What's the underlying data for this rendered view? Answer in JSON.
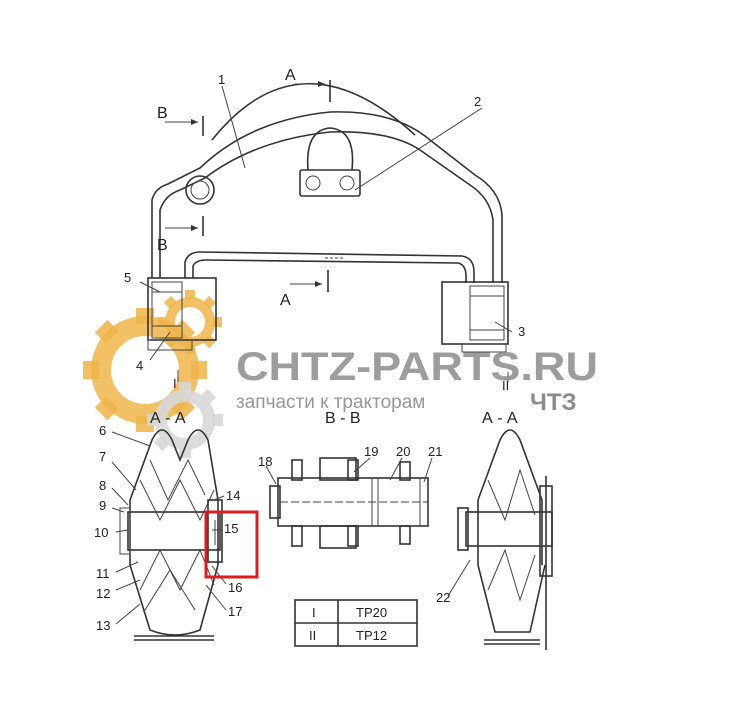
{
  "part_labels": [
    "1",
    "2",
    "3",
    "4",
    "5",
    "6",
    "7",
    "8",
    "9",
    "10",
    "11",
    "12",
    "13",
    "14",
    "15",
    "16",
    "17",
    "18",
    "19",
    "20",
    "21",
    "22"
  ],
  "section_marks": {
    "a": "A",
    "b": "B",
    "roman_1": "I",
    "roman_2": "II"
  },
  "section_titles": {
    "aa_left": "А - А",
    "bb": "В - В",
    "aa_right": "А - А"
  },
  "table": {
    "rows": [
      {
        "mark": "I",
        "model": "ТР20"
      },
      {
        "mark": "II",
        "model": "ТР12"
      }
    ]
  },
  "watermark": {
    "title": "CHTZ-PARTS.RU",
    "subtitle": "запчасти к тракторам",
    "brand": "ЧТЗ",
    "gear_colors": [
      "#f0b54a",
      "#d8d8d8"
    ]
  },
  "highlight": {
    "target": "15",
    "color": "#e01b1b"
  }
}
